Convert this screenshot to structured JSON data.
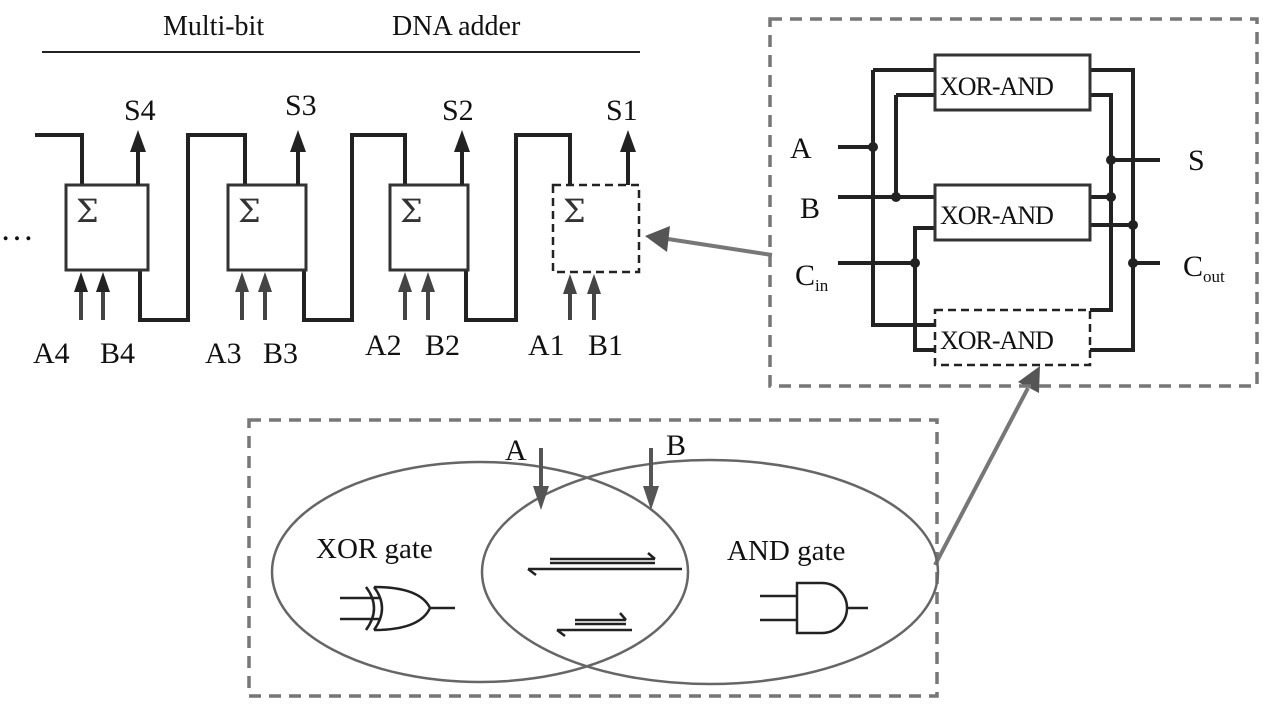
{
  "header": {
    "title_left": "Multi-bit",
    "title_right": "DNA adder"
  },
  "adder": {
    "ellipsis": "…",
    "sum_symbol": "Σ",
    "outputs": [
      "S4",
      "S3",
      "S2",
      "S1"
    ],
    "inputs": [
      {
        "a": "A4",
        "b": "B4"
      },
      {
        "a": "A3",
        "b": "B3"
      },
      {
        "a": "A2",
        "b": "B2"
      },
      {
        "a": "A1",
        "b": "B1"
      }
    ]
  },
  "full_adder": {
    "blocks": [
      "XOR-AND",
      "XOR-AND",
      "XOR-AND"
    ],
    "in_a": "A",
    "in_b": "B",
    "in_c_main": "C",
    "in_c_sub": "in",
    "out_s": "S",
    "out_c_main": "C",
    "out_c_sub": "out"
  },
  "gate_panel": {
    "input_a": "A",
    "input_b": "B",
    "xor_label": "XOR gate",
    "and_label": "AND gate"
  },
  "icons": [
    "arrow-up-icon",
    "xor-gate-icon",
    "and-gate-icon",
    "dna-strand-icon"
  ]
}
